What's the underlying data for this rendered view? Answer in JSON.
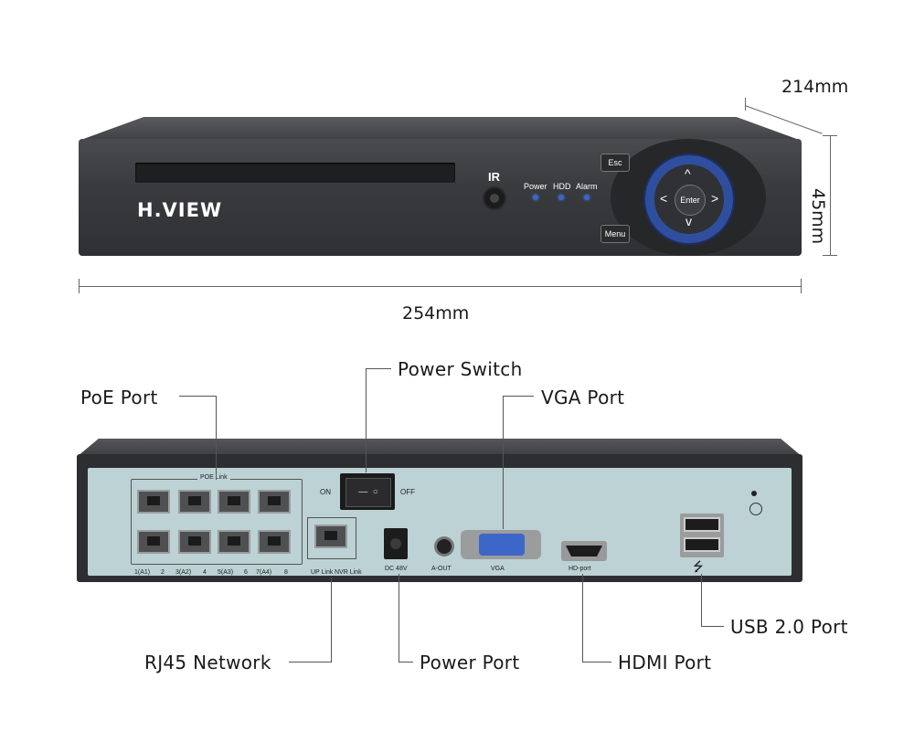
{
  "dimensions": {
    "depth": "214mm",
    "height": "45mm",
    "width": "254mm"
  },
  "front_panel": {
    "brand": "H.VIEW",
    "ir_label": "IR",
    "leds": [
      "Power",
      "HDD",
      "Alarm"
    ],
    "esc_label": "Esc",
    "menu_label": "Menu",
    "enter_label": "Enter",
    "arrow_up": "^",
    "arrow_down": "v",
    "arrow_left": "<",
    "arrow_right": ">",
    "led_color": "#3a66c9",
    "ring_color": "#2f4f9e"
  },
  "back_panel": {
    "poe_link_label": "POE Link",
    "poe_ports": [
      "1(A1)",
      "2",
      "3(A2)",
      "4",
      "5(A3)",
      "6",
      "7(A4)",
      "8"
    ],
    "uplink_label": "UP Link",
    "nvr_link_label": "NVR Link",
    "switch_on": "ON",
    "switch_off": "OFF",
    "dc_label": "DC 48V",
    "aout_label": "A-OUT",
    "vga_label": "VGA",
    "hdmi_label": "HD-port",
    "usb_symbol": "⭍",
    "panel_color": "#bcd2d4"
  },
  "callouts": {
    "poe_port": "PoE Port",
    "power_switch": "Power Switch",
    "vga_port": "VGA Port",
    "rj45_network": "RJ45 Network",
    "power_port": "Power Port",
    "hdmi_port": "HDMI Port",
    "usb_port": "USB 2.0 Port"
  }
}
